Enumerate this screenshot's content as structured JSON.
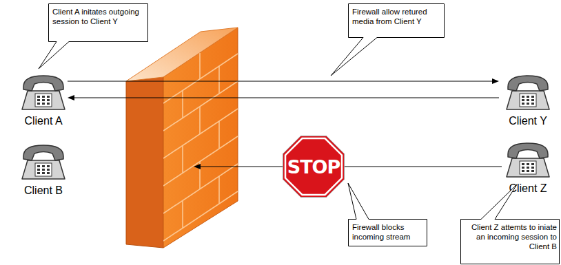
{
  "diagram": {
    "nodes": [
      {
        "text": [
          "Client A initates outgoing session to Client Y"
        ]
      },
      {
        "text": [
          "Firewall allow retured media from Client Y"
        ]
      },
      {
        "text": [
          "Client A"
        ]
      },
      {
        "text": [
          "Client Y"
        ]
      },
      {
        "text": [
          "Client B"
        ]
      },
      {
        "text": [
          "Client Z"
        ]
      },
      {
        "text": [
          "STOP"
        ]
      },
      {
        "text": [
          "Firewall blocks incoming stream"
        ]
      },
      {
        "text": [
          "Client Z attemts to iniate an incoming session to Client B"
        ]
      }
    ],
    "edges": [
      {
        "from": 2,
        "to": 3,
        "arrow": "to"
      },
      {
        "from": 3,
        "to": 2,
        "arrow": "to"
      }
    ]
  }
}
